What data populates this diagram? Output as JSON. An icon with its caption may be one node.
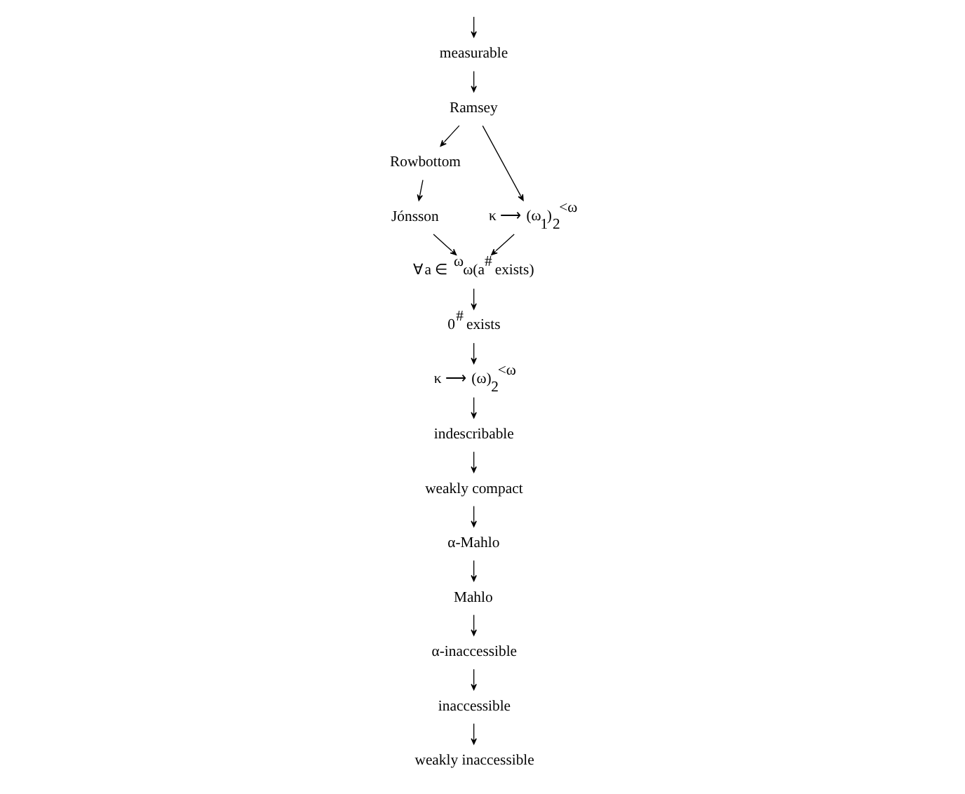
{
  "diagram": {
    "nodes": [
      {
        "text": [
          "measurable"
        ]
      },
      {
        "text": [
          "Ramsey"
        ]
      },
      {
        "text": [
          "Rowbottom"
        ]
      },
      {
        "text": [
          "Jónsson"
        ]
      },
      {
        "text": [
          "κ ⟶ (ω$_{1}$)$_{2}$$^{<ω}$"
        ]
      },
      {
        "text": [
          "∀a ∈ $^{ω}$ω(a$^{#}$ exists)"
        ]
      },
      {
        "text": [
          "0$^{#}$ exists"
        ]
      },
      {
        "text": [
          "κ ⟶ (ω)$_{2}$$^{<ω}$"
        ]
      },
      {
        "text": [
          "indescribable"
        ]
      },
      {
        "text": [
          "weakly compact"
        ]
      },
      {
        "text": [
          "α-Mahlo"
        ]
      },
      {
        "text": [
          "Mahlo"
        ]
      },
      {
        "text": [
          "α-inaccessible"
        ]
      },
      {
        "text": [
          "inaccessible"
        ]
      },
      {
        "text": [
          "weakly inaccessible"
        ]
      }
    ],
    "edges": [
      {
        "from": null,
        "to": 0,
        "arrow": "to"
      },
      {
        "from": 0,
        "to": 1,
        "arrow": "to"
      },
      {
        "from": 1,
        "to": 2,
        "arrow": "to"
      },
      {
        "from": 1,
        "to": 4,
        "arrow": "to"
      },
      {
        "from": 2,
        "to": 3,
        "arrow": "to"
      },
      {
        "from": 3,
        "to": 5,
        "arrow": "to"
      },
      {
        "from": 4,
        "to": 5,
        "arrow": "to"
      },
      {
        "from": 5,
        "to": 6,
        "arrow": "to"
      },
      {
        "from": 6,
        "to": 7,
        "arrow": "to"
      },
      {
        "from": 7,
        "to": 8,
        "arrow": "to"
      },
      {
        "from": 8,
        "to": 9,
        "arrow": "to"
      },
      {
        "from": 9,
        "to": 10,
        "arrow": "to"
      },
      {
        "from": 10,
        "to": 11,
        "arrow": "to"
      },
      {
        "from": 11,
        "to": 12,
        "arrow": "to"
      },
      {
        "from": 12,
        "to": 13,
        "arrow": "to"
      },
      {
        "from": 13,
        "to": 14,
        "arrow": "to"
      }
    ]
  }
}
